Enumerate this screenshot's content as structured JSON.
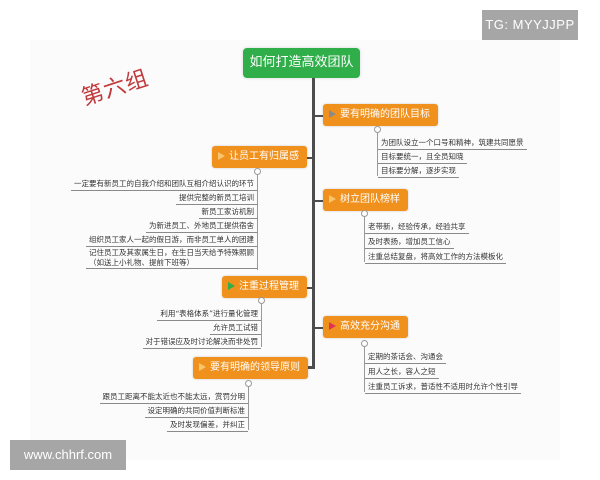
{
  "watermarks": {
    "top_right": "TG: MYYJJPP",
    "bottom_left": "www.chhrf.com"
  },
  "group_label": "第六组",
  "root": {
    "label": "如何打造高效团队",
    "color": "#2fae4a"
  },
  "colors": {
    "topic": "#f0911d",
    "trunk": "#4d4d4d",
    "group_label": "#c0393b"
  },
  "right_topics": [
    {
      "label": "要有明确的团队目标",
      "flag": "grey-pin",
      "leaves": [
        "为团队设立一个口号和精神，筑建共同愿景",
        "目标要统一，且全员知晓",
        "目标要分解，逐步实现"
      ]
    },
    {
      "label": "树立团队榜样",
      "flag": "orange-flag",
      "leaves": [
        "老带新，经验传承，经验共享",
        "及时表扬，增加员工信心",
        "注重总结复盘，将高效工作的方法模板化"
      ]
    },
    {
      "label": "高效充分沟通",
      "flag": "red-flag",
      "leaves": [
        "定期的茶话会、沟通会",
        "用人之长，容人之短",
        "注重员工诉求，普适性不适用时允许个性引导"
      ]
    }
  ],
  "left_topics": [
    {
      "label": "让员工有归属感",
      "flag": "orange-flag",
      "leaves": [
        "一定要有新员工的自我介绍和团队互相介绍认识的环节",
        "提供完整的新员工培训",
        "新员工家访机制",
        "为新进员工、外地员工提供宿舍",
        "组织员工家人一起的假日游，而非员工单人的团建",
        "记住员工及其家属生日，在生日当天给予特殊照顾",
        "（如送上小礼物、提前下班等）"
      ]
    },
    {
      "label": "注重过程管理",
      "flag": "green-flag",
      "leaves": [
        "利用“表格体系”进行量化管理",
        "允许员工试错",
        "对于错误应及时讨论解决而非处罚"
      ]
    },
    {
      "label": "要有明确的领导原则",
      "flag": "orange-flag",
      "leaves": [
        "跟员工距离不能太近也不能太远，赏罚分明",
        "设定明确的共同价值判断标准",
        "及时发现偏差，并纠正"
      ]
    }
  ]
}
